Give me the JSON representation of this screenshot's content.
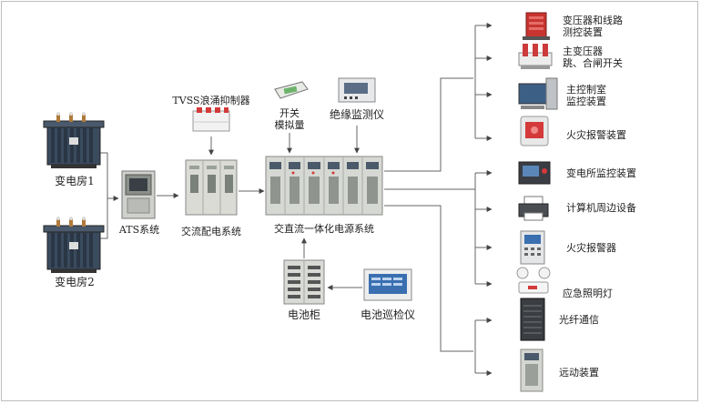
{
  "sources": {
    "transformer1": "变电房1",
    "transformer2": "变电房2"
  },
  "main_chain": {
    "ats": "ATS系统",
    "ac_distribution": "交流配电系统",
    "tvss": "TVSS浪涌抑制器",
    "integrated_power": "交直流一体化电源系统",
    "switch_analog": [
      "开关",
      "模拟量"
    ],
    "insulation_monitor": "绝缘监测仪",
    "battery_cabinet": "电池柜",
    "battery_inspector": "电池巡检仪"
  },
  "loads_group1": [
    {
      "lines": [
        "变压器和线路",
        "测控装置"
      ]
    },
    {
      "lines": [
        "主变压器",
        "跳、合闸开关"
      ]
    },
    {
      "lines": [
        "主控制室",
        "监控装置"
      ]
    },
    {
      "lines": [
        "火灾报警装置"
      ]
    }
  ],
  "loads_group2": [
    {
      "lines": [
        "变电所监控装置"
      ]
    },
    {
      "lines": [
        "计算机周边设备"
      ]
    },
    {
      "lines": [
        "火灾报警器"
      ]
    },
    {
      "lines": [
        "应急照明灯"
      ]
    }
  ],
  "loads_group3": [
    {
      "lines": [
        "光纤通信"
      ]
    },
    {
      "lines": [
        "远动装置"
      ]
    }
  ],
  "colors": {
    "line": "#555555",
    "transformer_body": "#3a4a5c",
    "cabinet": "#d9dcd6",
    "accent_red": "#d43a3a",
    "screen_blue": "#3a6fb0"
  }
}
